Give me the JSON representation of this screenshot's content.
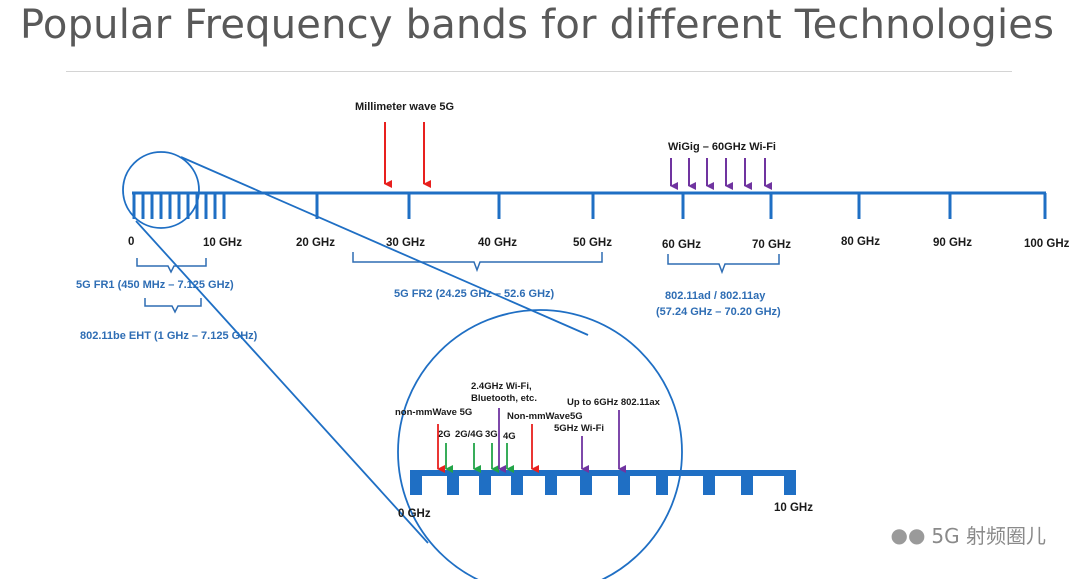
{
  "title": "Popular Frequency bands for different Technologies",
  "colors": {
    "axis_blue": "#1f6fc4",
    "label_blue": "#2e6db4",
    "arrow_red": "#e8201e",
    "arrow_purple": "#7034a0",
    "arrow_green": "#22a447",
    "title_gray": "#595959"
  },
  "main_axis": {
    "tick_labels": [
      "0",
      "10 GHz",
      "20 GHz",
      "30 GHz",
      "40 GHz",
      "50 GHz",
      "60 GHz",
      "70 GHz",
      "80 GHz",
      "90 GHz",
      "100 GHz"
    ]
  },
  "annotations": {
    "mmwave": "Millimeter wave 5G",
    "wigig": "WiGig  – 60GHz Wi-Fi"
  },
  "bands": {
    "fr1": "5G FR1 (450 MHz – 7.125 GHz)",
    "eht": "802.11be EHT (1 GHz – 7.125 GHz)",
    "fr2": "5G FR2 (24.25 GHz – 52.6 GHz)",
    "ad_line1": "802.11ad / 802.11ay",
    "ad_line2": "(57.24 GHz – 70.20 GHz)"
  },
  "zoom": {
    "start_label": "0 GHz",
    "end_label": "10 GHz",
    "labels": {
      "wifi24_line1": "2.4GHz Wi-Fi,",
      "wifi24_line2": "Bluetooth, etc.",
      "non_mmwave": "non-mmWave 5G",
      "up_to_6": "Up to 6GHz 802.11ax",
      "non_mmwave2": "Non-mmWave5G",
      "wifi5": "5GHz Wi-Fi",
      "g2": "2G",
      "g24": "2G/4G",
      "g3": "3G",
      "g4": "4G"
    }
  },
  "watermark": {
    "icon": "wechat-icon",
    "text": "5G 射频圈儿"
  }
}
